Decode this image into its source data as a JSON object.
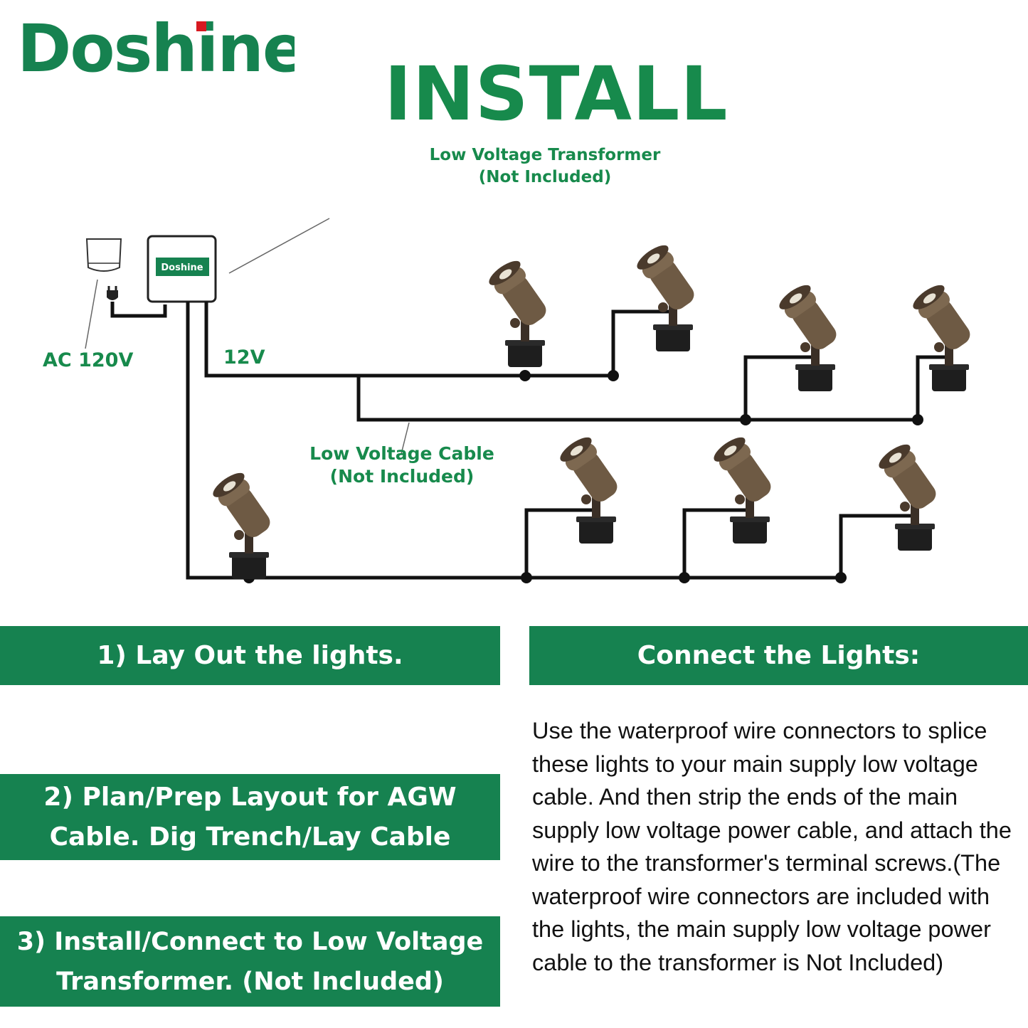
{
  "brand": {
    "logo_text": "Doshine",
    "logo_red_accent": "#d71920"
  },
  "title": "INSTALL",
  "diagram": {
    "transformer_label_line1": "Low Voltage Transformer",
    "transformer_label_line2": "(Not Included)",
    "transformer_badge": "Doshine",
    "ac_label": "AC 120V",
    "dc_label": "12V",
    "cable_label_line1": "Low Voltage Cable",
    "cable_label_line2": "(Not Included)"
  },
  "steps": [
    {
      "line1": "1)   Lay Out the lights.",
      "line2": ""
    },
    {
      "line1": "2)   Plan/Prep Layout for AGW",
      "line2": "Cable. Dig Trench/Lay Cable"
    },
    {
      "line1": "3)  Install/Connect to Low Voltage",
      "line2": "Transformer.  (Not Included)"
    }
  ],
  "connect": {
    "heading": "Connect the Lights:",
    "body": "Use the waterproof wire connectors to splice these lights to your main supply low voltage cable. And then strip the ends of the main supply low voltage power cable, and attach the wire to the transformer's terminal screws.(The waterproof wire connectors are included with the lights, the main supply low voltage power cable to the transformer is Not Included)"
  },
  "colors": {
    "brand_green": "#168250",
    "text_green": "#178a4c",
    "wire": "#111111",
    "fixture": "#6e5a44"
  }
}
